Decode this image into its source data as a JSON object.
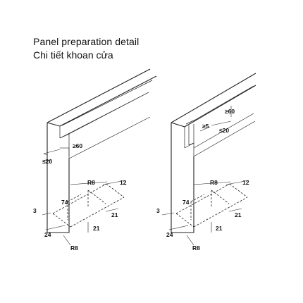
{
  "header": {
    "title": "Panel preparation detail",
    "subtitle": "Chi tiết khoan cửa"
  },
  "left_view": {
    "dim_top": "≥60",
    "dim_side": "≤20",
    "dim_r8_top": "R8",
    "dim_12": "12",
    "dim_74": "74",
    "dim_3": "3",
    "dim_21_right": "21",
    "dim_21_bottom": "21",
    "dim_24": "24",
    "dim_r8_bottom": "R8"
  },
  "right_view": {
    "dim_top": "≥60",
    "dim_5": "≥5",
    "dim_side": "≤20",
    "dim_r8_top": "R8",
    "dim_12": "12",
    "dim_74": "74",
    "dim_3": "3",
    "dim_21_right": "21",
    "dim_21_bottom": "21",
    "dim_24": "24",
    "dim_r8_bottom": "R8"
  }
}
